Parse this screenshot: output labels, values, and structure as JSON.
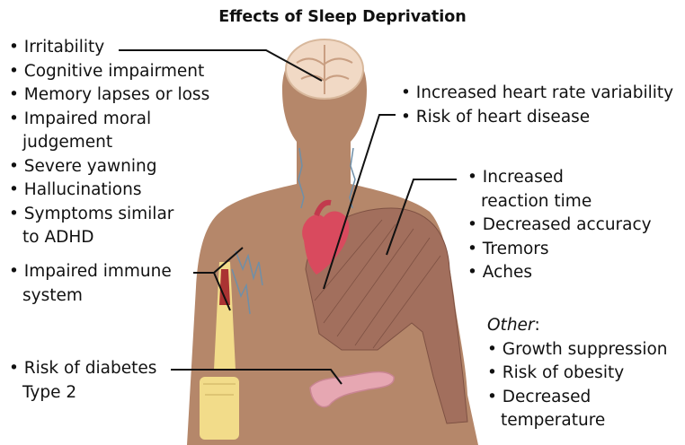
{
  "title": "Effects of Sleep Deprivation",
  "brain_effects": {
    "irritability": "• Irritability",
    "cognitive": "• Cognitive impairment",
    "memory": "• Memory lapses or loss",
    "moral_1": "• Impaired moral",
    "moral_2": "judgement",
    "yawning": "• Severe yawning",
    "hallucinations": "• Hallucinations",
    "adhd_1": "• Symptoms similar",
    "adhd_2": "to ADHD"
  },
  "immune_effects": {
    "line_1": "• Impaired immune",
    "line_2": "system"
  },
  "diabetes_effects": {
    "line_1": "• Risk of diabetes",
    "line_2": "Type 2"
  },
  "heart_effects": {
    "variability": "• Increased heart rate variability",
    "disease": "• Risk of heart disease"
  },
  "muscle_effects": {
    "reaction_1": "• Increased",
    "reaction_2": "reaction time",
    "accuracy": "• Decreased accuracy",
    "tremors": "• Tremors",
    "aches": "• Aches"
  },
  "other_effects": {
    "heading": "Other",
    "heading_suffix": ":",
    "growth": "• Growth suppression",
    "obesity": "• Risk of obesity",
    "temp_1": "• Decreased",
    "temp_2": "temperature"
  },
  "colors": {
    "skin": "#b5876a",
    "brain": "#f1d9c5",
    "heart": "#d94a5e",
    "muscle": "#a26f5d",
    "bone": "#f2dc8a",
    "pancreas": "#e6a7b2",
    "nerve": "#6f8fa8"
  }
}
